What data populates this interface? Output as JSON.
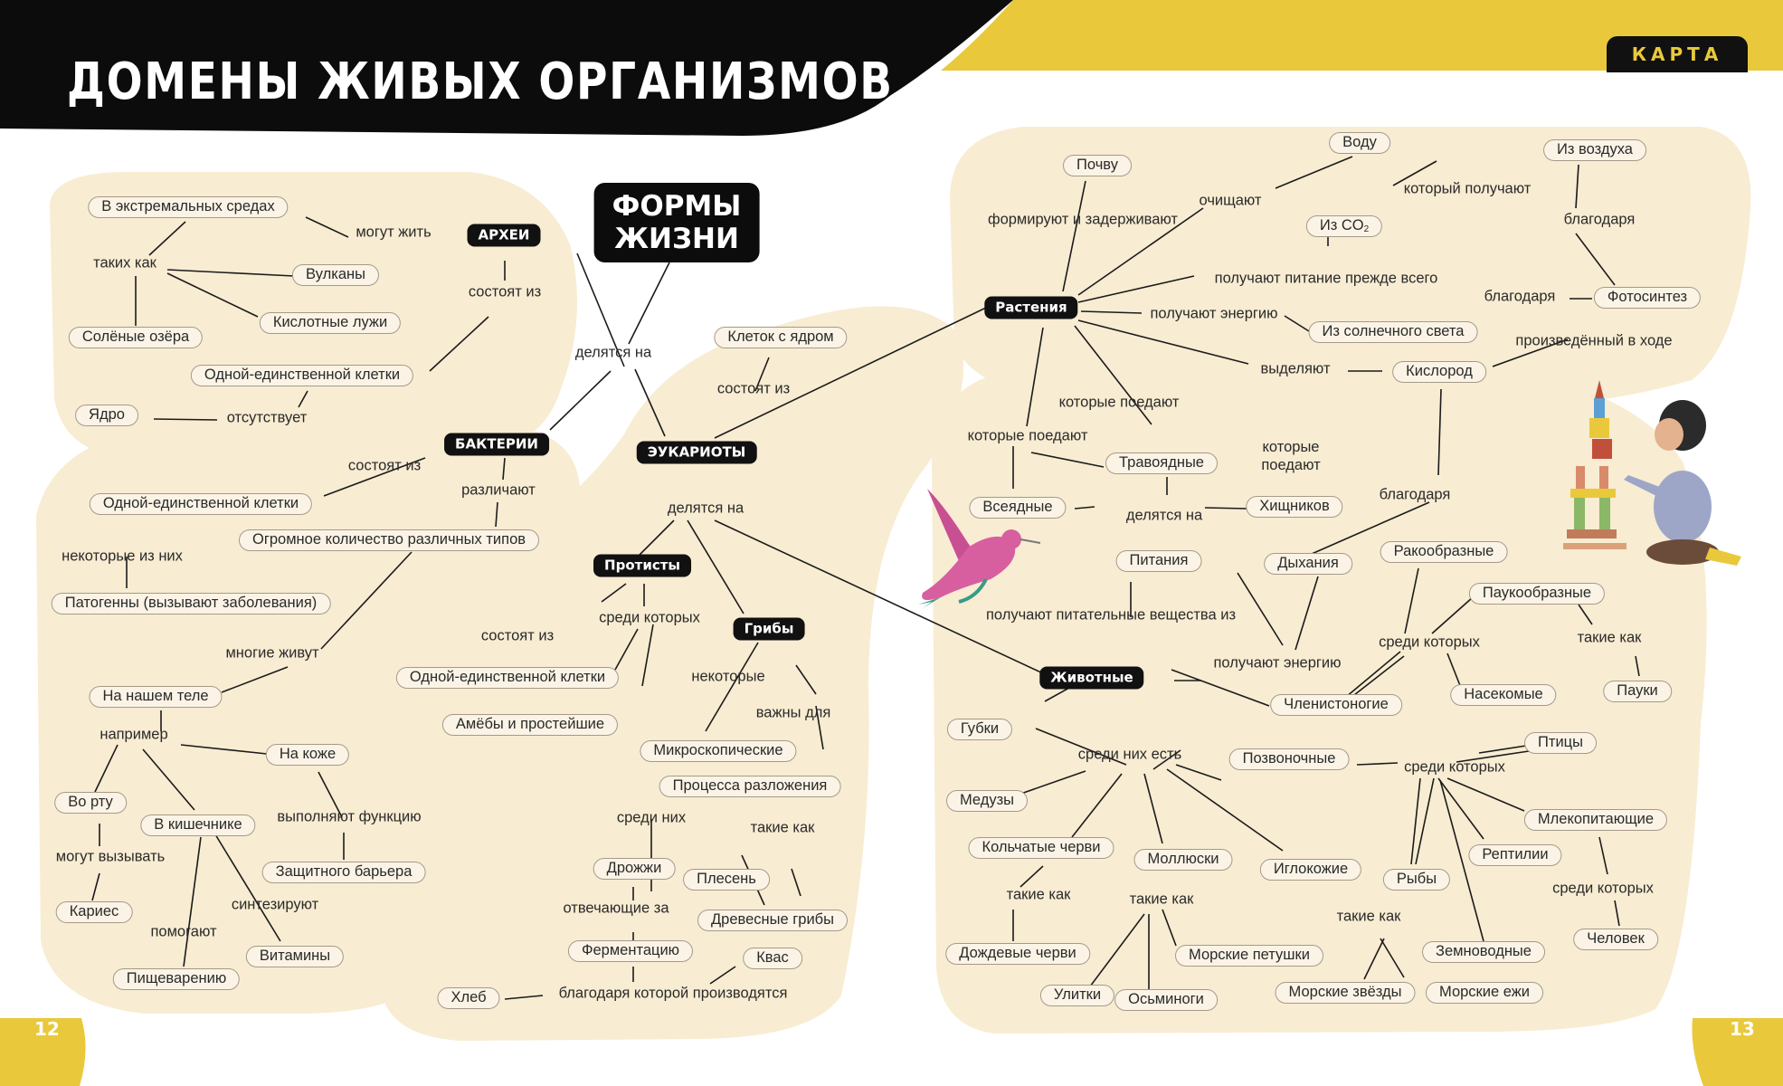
{
  "header": {
    "title": "ДОМЕНЫ ЖИВЫХ ОРГАНИЗМОВ",
    "tab": "КАРТА"
  },
  "pages": {
    "left": "12",
    "right": "13"
  },
  "colors": {
    "header_black": "#0c0c0c",
    "accent_yellow": "#e9c93b",
    "blob": "#f8ecd2",
    "node_border": "#a59a88"
  },
  "center": {
    "line1": "ФОРМЫ",
    "line2": "ЖИЗНИ"
  },
  "labels": {
    "divided_on": "делятся на",
    "archaea": {
      "title": "АРХЕИ",
      "can_live": "могут жить",
      "extreme": "В экстремальных средах",
      "such_as": "таких как",
      "volcanoes": "Вулканы",
      "acid_pools": "Кислотные лужи",
      "salt_lakes": "Солёные озёра",
      "consist": "состоят из",
      "single_cell": "Одной-единственной клетки",
      "nucleus": "Ядро",
      "absent": "отсутствует"
    },
    "bacteria": {
      "title": "БАКТЕРИИ",
      "consist": "состоят из",
      "single_cell": "Одной-единственной клетки",
      "distinguish": "различают",
      "types": "Огромное количество различных типов",
      "some_of_them": "некоторые из них",
      "pathogens": "Патогенны (вызывают заболевания)",
      "many_live": "многие живут",
      "on_body": "На нашем теле",
      "for_example": "например",
      "on_skin": "На коже",
      "mouth": "Во рту",
      "intestine": "В кишечнике",
      "function": "выполняют функцию",
      "barrier": "Защитного барьера",
      "can_cause": "могут вызывать",
      "caries": "Кариес",
      "synthesize": "синтезируют",
      "help": "помогают",
      "vitamins": "Витамины",
      "digestion": "Пищеварению"
    },
    "eukaryotes": {
      "title": "ЭУКАРИОТЫ",
      "consist": "состоят из",
      "nucleus_cells": "Клеток с ядром",
      "divided_on": "делятся на"
    },
    "protists": {
      "title": "Протисты",
      "consist": "состоят из",
      "among_which": "среди которых",
      "single_cell": "Одной-единственной клетки",
      "amoeba": "Амёбы и простейшие"
    },
    "fungi": {
      "title": "Грибы",
      "some": "некоторые",
      "important_for": "важны для",
      "microscopic": "Микроскопические",
      "decomposition": "Процесса разложения",
      "among_them": "среди них",
      "such_as": "такие как",
      "yeast": "Дрожжи",
      "mold": "Плесень",
      "tree_fungi": "Древесные грибы",
      "responsible": "отвечающие за",
      "fermentation": "Ферментацию",
      "kvass": "Квас",
      "bread": "Хлеб",
      "thanks_to": "благодаря которой производятся"
    },
    "plants": {
      "title": "Растения",
      "soil": "Почву",
      "form_hold": "формируют и задерживают",
      "clean": "очищают",
      "water": "Воду",
      "from_air": "Из воздуха",
      "obtained": "который получают",
      "from_co2": "Из CO",
      "co2_sub": "2",
      "thanks_to": "благодаря",
      "nutrition": "получают питание прежде всего",
      "energy": "получают энергию",
      "sunlight": "Из солнечного света",
      "thanks_to2": "благодаря",
      "photosynthesis": "Фотосинтез",
      "produced": "произведённый в ходе",
      "release": "выделяют",
      "oxygen": "Кислород",
      "eaten_by": "которые поедают",
      "eaten_by2": "которые поедают"
    },
    "animals": {
      "title": "Животные",
      "herbivores": "Травоядные",
      "who_eat": "которые поедают",
      "omnivores": "Всеядные",
      "divided_on": "делятся на",
      "predators": "Хищников",
      "nutrition": "Питания",
      "breathing": "Дыхания",
      "thanks_to": "благодаря",
      "nutrients_from": "получают питательные вещества из",
      "energy": "получают энергию",
      "crustaceans": "Ракообразные",
      "arachnids": "Паукообразные",
      "such_as": "такие как",
      "among_which": "среди которых",
      "insects": "Насекомые",
      "spiders": "Пауки",
      "arthropods": "Членистоногие",
      "sponges": "Губки",
      "among_them": "среди них есть",
      "vertebrates": "Позвоночные",
      "among_which2": "среди которых",
      "birds": "Птицы",
      "jellyfish": "Медузы",
      "mammals": "Млекопитающие",
      "annelids": "Кольчатые черви",
      "mollusks": "Моллюски",
      "echinoderms": "Иглокожие",
      "reptiles": "Рептилии",
      "fish": "Рыбы",
      "among_which3": "среди которых",
      "such_as2": "такие как",
      "such_as3": "такие как",
      "such_as4": "такие как",
      "earthworms": "Дождевые черви",
      "sea_cocks": "Морские петушки",
      "snails": "Улитки",
      "octopus": "Осьминоги",
      "starfish": "Морские звёзды",
      "urchins": "Морские ежи",
      "amphibians": "Земноводные",
      "human": "Человек"
    }
  },
  "illustrations": [
    "hummingbird-illustration",
    "child-building-blocks-illustration"
  ]
}
